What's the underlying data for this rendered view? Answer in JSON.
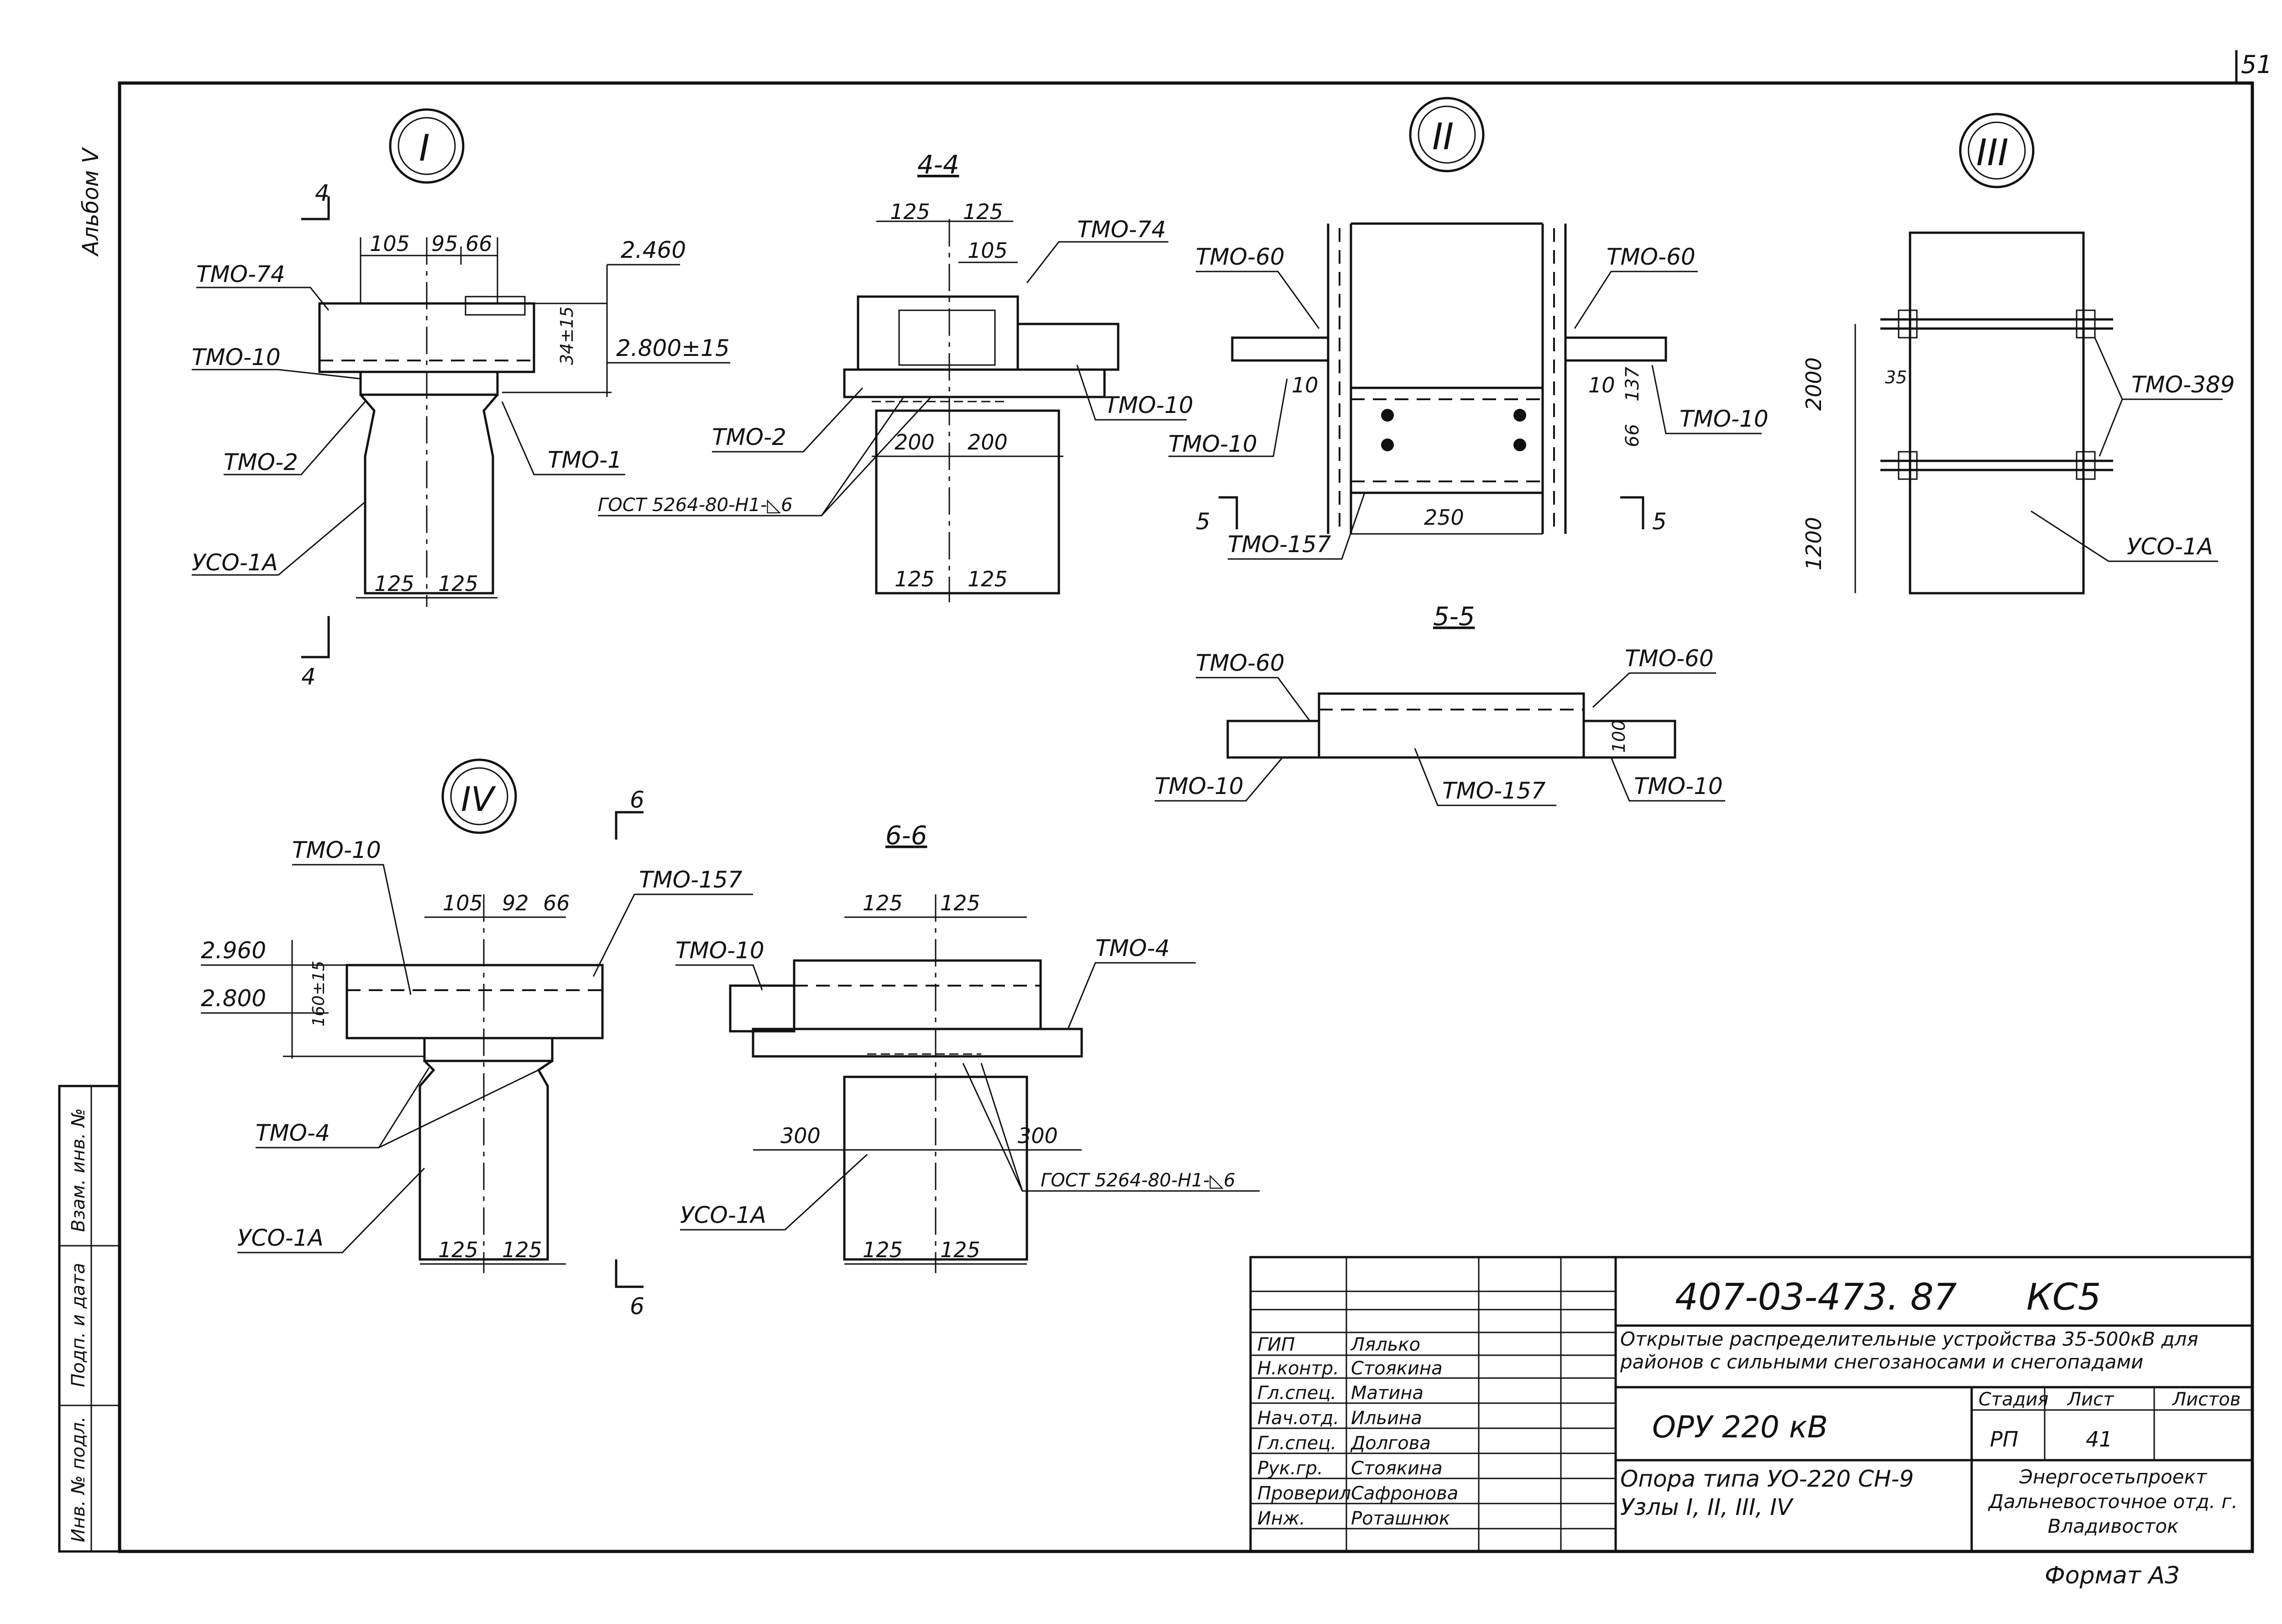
{
  "sheet_number": "51",
  "album": "Альбом V",
  "format": "Формат А3",
  "nodes": {
    "I": {
      "marker": "I",
      "section_mark": "4",
      "labels": [
        "ТМО-74",
        "ТМО-10",
        "ТМО-2",
        "ТМО-1",
        "УСО-1А"
      ],
      "dims_top": [
        "105",
        "95",
        "66"
      ],
      "elev_top": "2.460",
      "elev_bottom": "2.800±15",
      "side_dim": "34±15",
      "dims_bottom": [
        "125",
        "125"
      ]
    },
    "section_4_4": {
      "title": "4-4",
      "labels": [
        "ТМО-74",
        "ТМО-10",
        "ТМО-2"
      ],
      "dims_top": [
        "125",
        "125",
        "105"
      ],
      "dims_mid": [
        "200",
        "200"
      ],
      "dims_bottom": [
        "125",
        "125"
      ],
      "weld": "ГОСТ 5264-80-Н1-◺6"
    },
    "II": {
      "marker": "II",
      "labels": [
        "ТМО-60",
        "ТМО-60",
        "ТМО-10",
        "ТМО-10",
        "ТМО-157"
      ],
      "dims": [
        "10",
        "10",
        "66",
        "137",
        "250"
      ],
      "section_mark": "5"
    },
    "III": {
      "marker": "III",
      "labels": [
        "ТМО-389",
        "УСО-1А"
      ],
      "dims": [
        "2000",
        "1200",
        "35"
      ]
    },
    "section_5_5": {
      "title": "5-5",
      "labels": [
        "ТМО-60",
        "ТМО-60",
        "ТМО-10",
        "ТМО-157",
        "ТМО-10"
      ],
      "dim": "100"
    },
    "IV": {
      "marker": "IV",
      "section_mark": "6",
      "labels": [
        "ТМО-10",
        "ТМО-157",
        "ТМО-4",
        "УСО-1А"
      ],
      "dims_top": [
        "105",
        "92",
        "66"
      ],
      "elev_top": "2.960",
      "elev_bottom": "2.800",
      "side_dim": "160±15",
      "dims_bottom": [
        "125",
        "125"
      ]
    },
    "section_6_6": {
      "title": "6-6",
      "labels": [
        "ТМО-10",
        "ТМО-4",
        "УСО-1А"
      ],
      "dims_top": [
        "125",
        "125"
      ],
      "dims_mid": [
        "300",
        "300"
      ],
      "dims_bottom": [
        "125",
        "125"
      ],
      "weld": "ГОСТ 5264-80-Н1-◺6"
    }
  },
  "side_stamp": [
    "Инв. № подл.",
    "Подп. и дата",
    "Взам. инв. №"
  ],
  "title_block": {
    "doc_code": "407-03-473. 87",
    "mark": "КС5",
    "project_title": "Открытые распределительные устройства 35-500кВ для районов с сильными снегозаносами и снегопадами",
    "object": "ОРУ 220 кВ",
    "sheet_title": "Опора типа УО-220 СН-9 Узлы I, II, III, IV",
    "organization": "Энергосетьпроект Дальневосточное отд. г. Владивосток",
    "stage_label": "Стадия",
    "sheet_label": "Лист",
    "sheets_label": "Листов",
    "stage": "РП",
    "sheet": "41",
    "roles": [
      {
        "role": "ГИП",
        "name": "Лялько"
      },
      {
        "role": "Н.контр.",
        "name": "Стоякина"
      },
      {
        "role": "Гл.спец.",
        "name": "Матина"
      },
      {
        "role": "Нач.отд.",
        "name": "Ильина"
      },
      {
        "role": "Гл.спец.",
        "name": "Долгова"
      },
      {
        "role": "Рук.гр.",
        "name": "Стоякина"
      },
      {
        "role": "Проверил",
        "name": "Сафронова"
      },
      {
        "role": "Инж.",
        "name": "Роташнюк"
      }
    ]
  }
}
